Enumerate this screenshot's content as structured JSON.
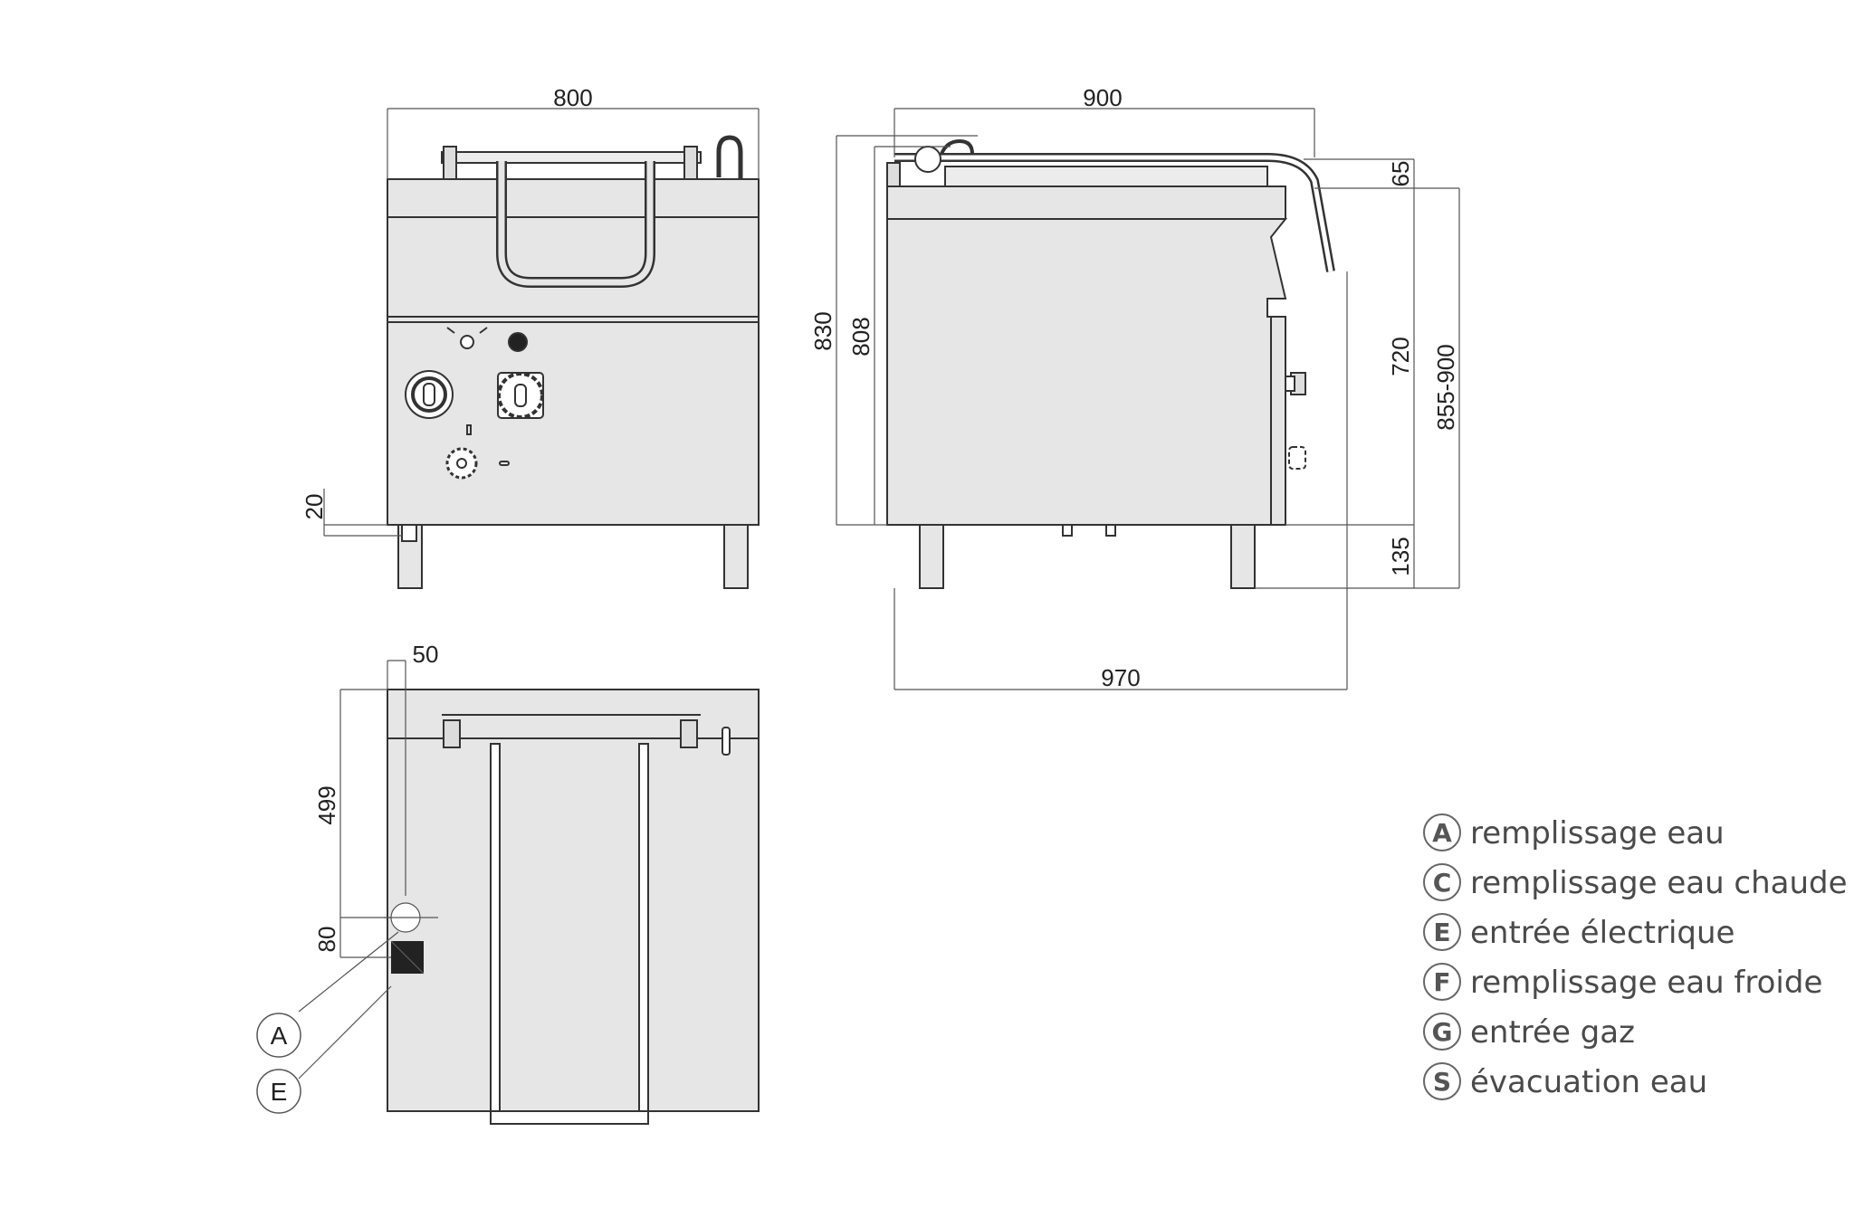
{
  "front_view": {
    "width_dim": "800",
    "foot_dim": "20"
  },
  "side_view": {
    "depth_top_dim": "900",
    "depth_base_dim": "970",
    "height_dim_1": "830",
    "height_dim_2": "808",
    "lid_dim": "65",
    "body_dim": "720",
    "feet_dim": "135",
    "overall_height_dim": "855-900"
  },
  "top_view": {
    "offset_dim": "50",
    "rear_dim": "499",
    "spacing_dim": "80",
    "callout_a": "A",
    "callout_e": "E"
  },
  "legend": [
    {
      "letter": "A",
      "label": "remplissage eau"
    },
    {
      "letter": "C",
      "label": "remplissage eau chaude"
    },
    {
      "letter": "E",
      "label": "entrée électrique"
    },
    {
      "letter": "F",
      "label": "remplissage eau froide"
    },
    {
      "letter": "G",
      "label": "entrée gaz"
    },
    {
      "letter": "S",
      "label": "évacuation eau"
    }
  ],
  "colors": {
    "line": "#333333",
    "fill": "#e6e6e6",
    "dim_line": "#555555",
    "marker": "#222222"
  }
}
